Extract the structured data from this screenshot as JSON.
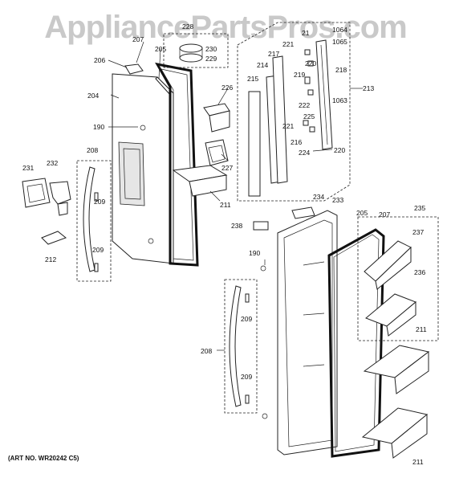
{
  "watermark": "AppliancePartsPros.com",
  "art_number": "(ART NO. WR20242 C5)",
  "callouts": {
    "c204": "204",
    "c205a": "205",
    "c206": "206",
    "c207a": "207",
    "c228": "228",
    "c229": "229",
    "c230": "230",
    "c226": "226",
    "c227": "227",
    "c211a": "211",
    "c190a": "190",
    "c208a": "208",
    "c209a": "209",
    "c209b": "209",
    "c231": "231",
    "c232": "232",
    "c212": "212",
    "c214": "214",
    "c215": "215",
    "c217": "217",
    "c221a": "221",
    "c21": "21",
    "c1064": "1064",
    "c1065": "1065",
    "c220a": "220",
    "c218": "218",
    "c213": "213",
    "c219": "219",
    "c222": "222",
    "c1063": "1063",
    "c225": "225",
    "c221b": "221",
    "c216": "216",
    "c224": "224",
    "c220b": "220",
    "c234": "234",
    "c233": "233",
    "c205b": "205",
    "c207b": "207",
    "c235": "235",
    "c238": "238",
    "c237": "237",
    "c190b": "190",
    "c236": "236",
    "c209c": "209",
    "c208b": "208",
    "c211b": "211",
    "c209d": "209",
    "c211c": "211"
  }
}
